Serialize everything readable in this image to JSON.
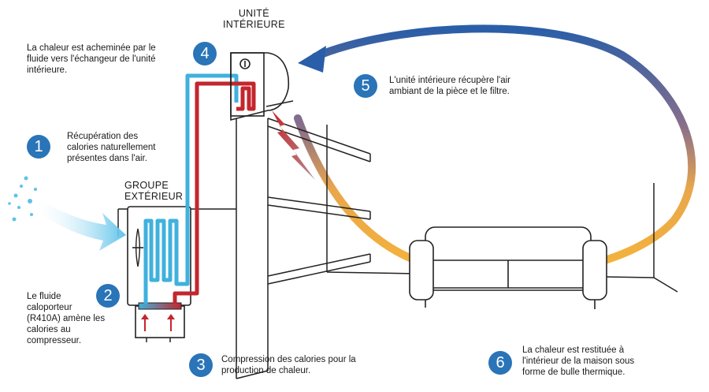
{
  "labels": {
    "indoor_unit": [
      "UNITÉ",
      "INTÉRIEURE"
    ],
    "outdoor_unit": [
      "GROUPE",
      "EXTÉRIEUR"
    ]
  },
  "steps": [
    {
      "number": "1",
      "text": [
        "Récupération des",
        "calories naturellement",
        "présentes dans l'air."
      ]
    },
    {
      "number": "2",
      "text": [
        "Le fluide",
        "caloporteur",
        "(R410A) amène les",
        "calories au",
        "compresseur."
      ]
    },
    {
      "number": "3",
      "text": [
        "Compression des calories pour la",
        "production de chaleur."
      ]
    },
    {
      "number": "4",
      "text": [
        "La chaleur est acheminée par le",
        "fluide vers l'échangeur de l'unité",
        "intérieure."
      ]
    },
    {
      "number": "5",
      "text": [
        "L'unité intérieure récupère l'air",
        "ambiant de la pièce et le filtre."
      ]
    },
    {
      "number": "6",
      "text": [
        "La chaleur est restituée à",
        "l'intérieur de la maison sous",
        "forme de bulle thermique."
      ]
    }
  ],
  "colors": {
    "badge": "#2a74b8",
    "cold_pipe": "#3fb1dd",
    "hot_pipe": "#c3262d",
    "arc_start": "#f2b23a",
    "arc_end": "#2a5ea8",
    "outline": "#222222"
  }
}
